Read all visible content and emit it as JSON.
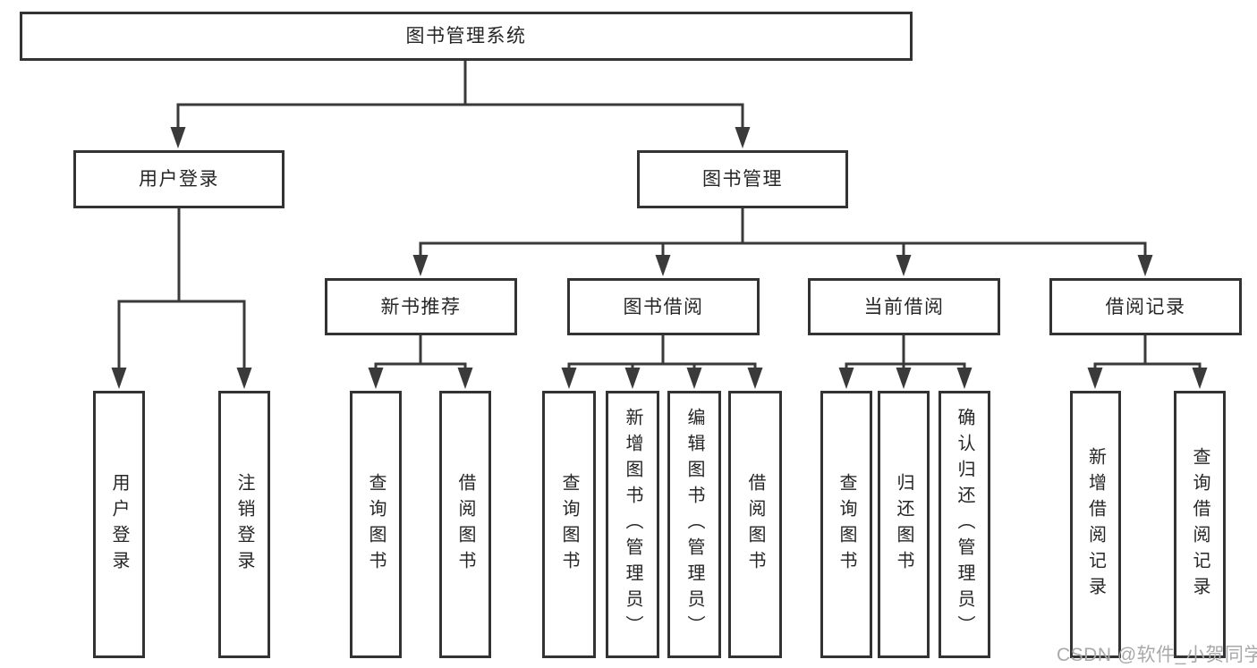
{
  "diagram": {
    "root": {
      "label": "图书管理系统"
    },
    "branches": [
      {
        "label": "用户登录",
        "children": [
          {
            "label": "用户登录"
          },
          {
            "label": "注销登录"
          }
        ]
      },
      {
        "label": "图书管理",
        "children": [
          {
            "label": "新书推荐",
            "children": [
              {
                "label": "查询图书"
              },
              {
                "label": "借阅图书"
              }
            ]
          },
          {
            "label": "图书借阅",
            "children": [
              {
                "label": "查询图书"
              },
              {
                "label": "新增图书（管理员）"
              },
              {
                "label": "编辑图书（管理员）"
              },
              {
                "label": "借阅图书"
              }
            ]
          },
          {
            "label": "当前借阅",
            "children": [
              {
                "label": "查询图书"
              },
              {
                "label": "归还图书"
              },
              {
                "label": "确认归还（管理员）"
              }
            ]
          },
          {
            "label": "借阅记录",
            "children": [
              {
                "label": "新增借阅记录"
              },
              {
                "label": "查询借阅记录"
              }
            ]
          }
        ]
      }
    ],
    "watermark": "CSDN @软件_小贺同学",
    "colors": {
      "line": "#3a3a3a",
      "box_border": "#333333",
      "text": "#262626",
      "watermark": "#a9a9ab",
      "background": "#ffffff"
    }
  }
}
